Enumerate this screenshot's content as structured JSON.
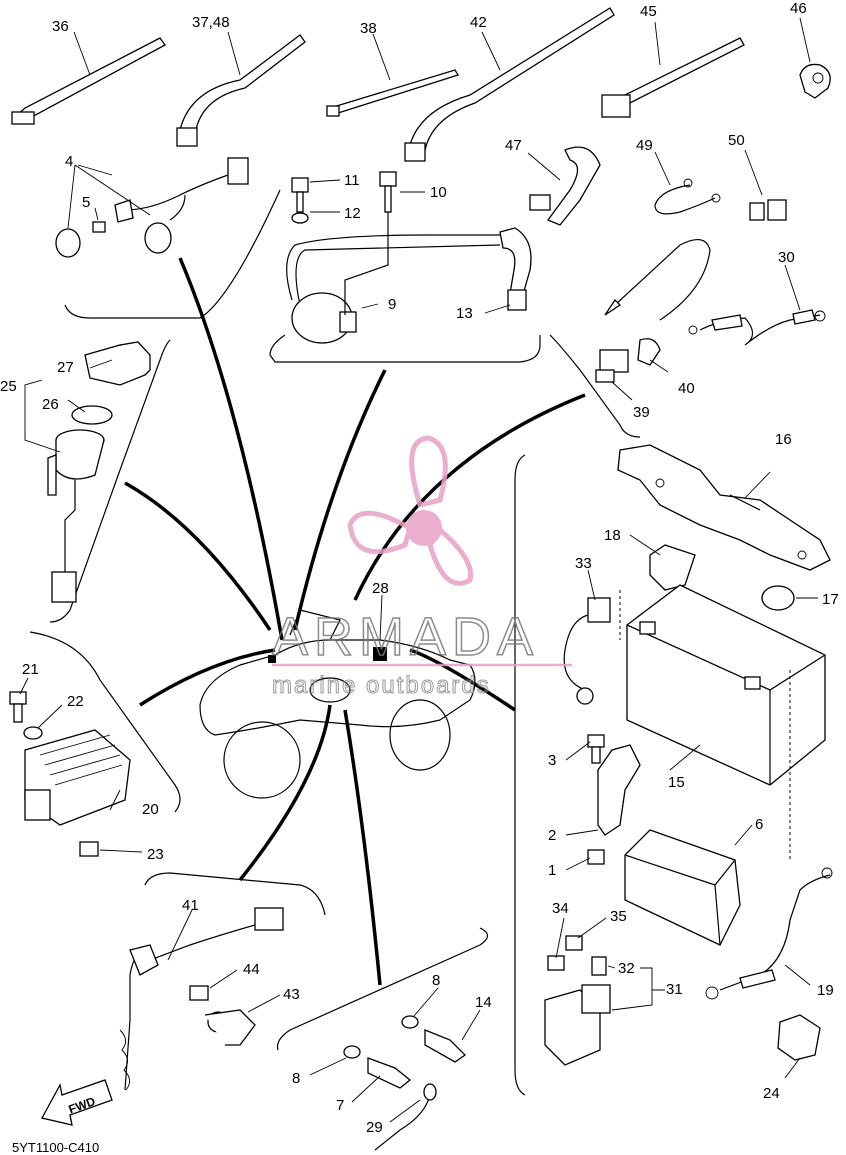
{
  "diagram_code": "5YT1100-C410",
  "fwd_label": "FWD",
  "watermark": {
    "brand": "ARMADA",
    "tagline": "marine outboards",
    "color": "#e8a0c4"
  },
  "callouts": [
    {
      "id": "c36",
      "text": "36"
    },
    {
      "id": "c3748",
      "text": "37,48"
    },
    {
      "id": "c38",
      "text": "38"
    },
    {
      "id": "c42",
      "text": "42"
    },
    {
      "id": "c45",
      "text": "45"
    },
    {
      "id": "c46",
      "text": "46"
    },
    {
      "id": "c4",
      "text": "4"
    },
    {
      "id": "c5",
      "text": "5"
    },
    {
      "id": "c11",
      "text": "11"
    },
    {
      "id": "c10",
      "text": "10"
    },
    {
      "id": "c12",
      "text": "12"
    },
    {
      "id": "c9",
      "text": "9"
    },
    {
      "id": "c13",
      "text": "13"
    },
    {
      "id": "c47",
      "text": "47"
    },
    {
      "id": "c49",
      "text": "49"
    },
    {
      "id": "c50",
      "text": "50"
    },
    {
      "id": "c30",
      "text": "30"
    },
    {
      "id": "c27",
      "text": "27"
    },
    {
      "id": "c25",
      "text": "25"
    },
    {
      "id": "c26",
      "text": "26"
    },
    {
      "id": "c40",
      "text": "40"
    },
    {
      "id": "c39",
      "text": "39"
    },
    {
      "id": "c16",
      "text": "16"
    },
    {
      "id": "c18",
      "text": "18"
    },
    {
      "id": "c33",
      "text": "33"
    },
    {
      "id": "c17",
      "text": "17"
    },
    {
      "id": "c28",
      "text": "28"
    },
    {
      "id": "c21",
      "text": "21"
    },
    {
      "id": "c22",
      "text": "22"
    },
    {
      "id": "c20",
      "text": "20"
    },
    {
      "id": "c23",
      "text": "23"
    },
    {
      "id": "c3",
      "text": "3"
    },
    {
      "id": "c15",
      "text": "15"
    },
    {
      "id": "c2",
      "text": "2"
    },
    {
      "id": "c6",
      "text": "6"
    },
    {
      "id": "c1",
      "text": "1"
    },
    {
      "id": "c34",
      "text": "34"
    },
    {
      "id": "c35",
      "text": "35"
    },
    {
      "id": "c32",
      "text": "32"
    },
    {
      "id": "c31",
      "text": "31"
    },
    {
      "id": "c19",
      "text": "19"
    },
    {
      "id": "c41",
      "text": "41"
    },
    {
      "id": "c44",
      "text": "44"
    },
    {
      "id": "c43",
      "text": "43"
    },
    {
      "id": "c8a",
      "text": "8"
    },
    {
      "id": "c14",
      "text": "14"
    },
    {
      "id": "c8b",
      "text": "8"
    },
    {
      "id": "c7",
      "text": "7"
    },
    {
      "id": "c29",
      "text": "29"
    },
    {
      "id": "c24",
      "text": "24"
    }
  ]
}
